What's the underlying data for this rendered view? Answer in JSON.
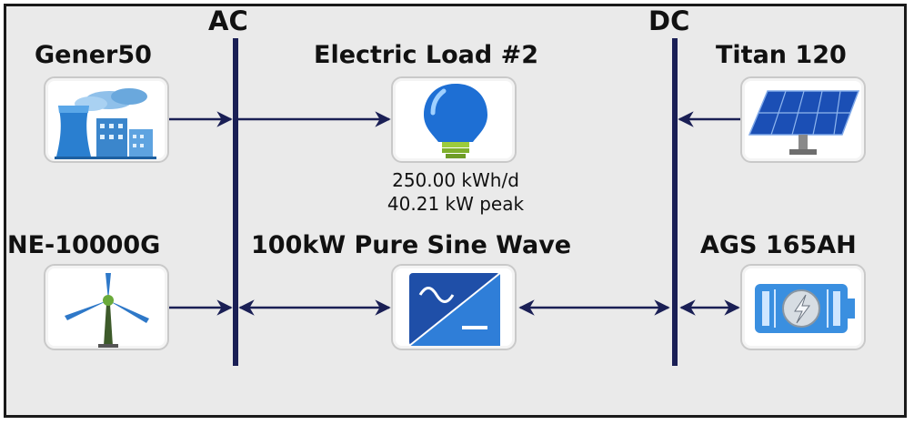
{
  "buses": [
    {
      "label": "AC"
    },
    {
      "label": "DC"
    }
  ],
  "components": {
    "generator": {
      "label": "Gener50",
      "icon": "power-plant-icon"
    },
    "load": {
      "label": "Electric Load #2",
      "icon": "light-bulb-icon",
      "energy": "250.00 kWh/d",
      "peak": "40.21 kW peak"
    },
    "pv": {
      "label": "Titan 120",
      "icon": "solar-panel-icon"
    },
    "wind": {
      "label": "NE-10000G",
      "icon": "wind-turbine-icon"
    },
    "converter": {
      "label": "100kW Pure Sine Wave",
      "icon": "inverter-icon"
    },
    "battery": {
      "label": "AGS 165AH",
      "icon": "battery-icon"
    }
  },
  "colors": {
    "bus": "#1a1f55",
    "arrow": "#1a1f55",
    "frame": "#1a1a1a",
    "background": "#eaeaea"
  }
}
